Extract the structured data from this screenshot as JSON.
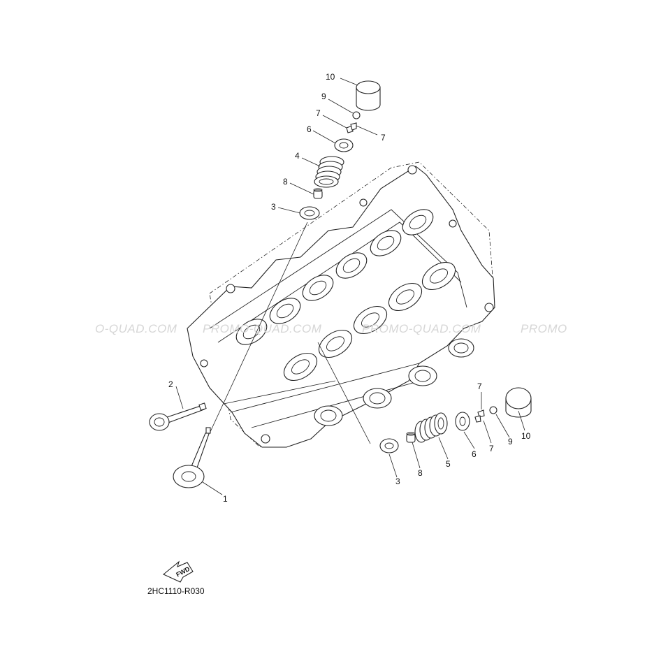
{
  "diagram": {
    "drawing_code": "2HC1110-R030",
    "fwd_label": "FWD",
    "watermarks": [
      "O-QUAD.COM",
      "PROMO-QUAD.COM",
      "PROMO-QUAD.COM",
      "PROMO"
    ],
    "callouts_upper": [
      "10",
      "9",
      "7",
      "7",
      "6",
      "4",
      "8",
      "3"
    ],
    "callouts_lower": [
      "7",
      "10",
      "9",
      "7",
      "6",
      "5",
      "8",
      "3"
    ],
    "callouts_valves": [
      "2",
      "1"
    ]
  }
}
